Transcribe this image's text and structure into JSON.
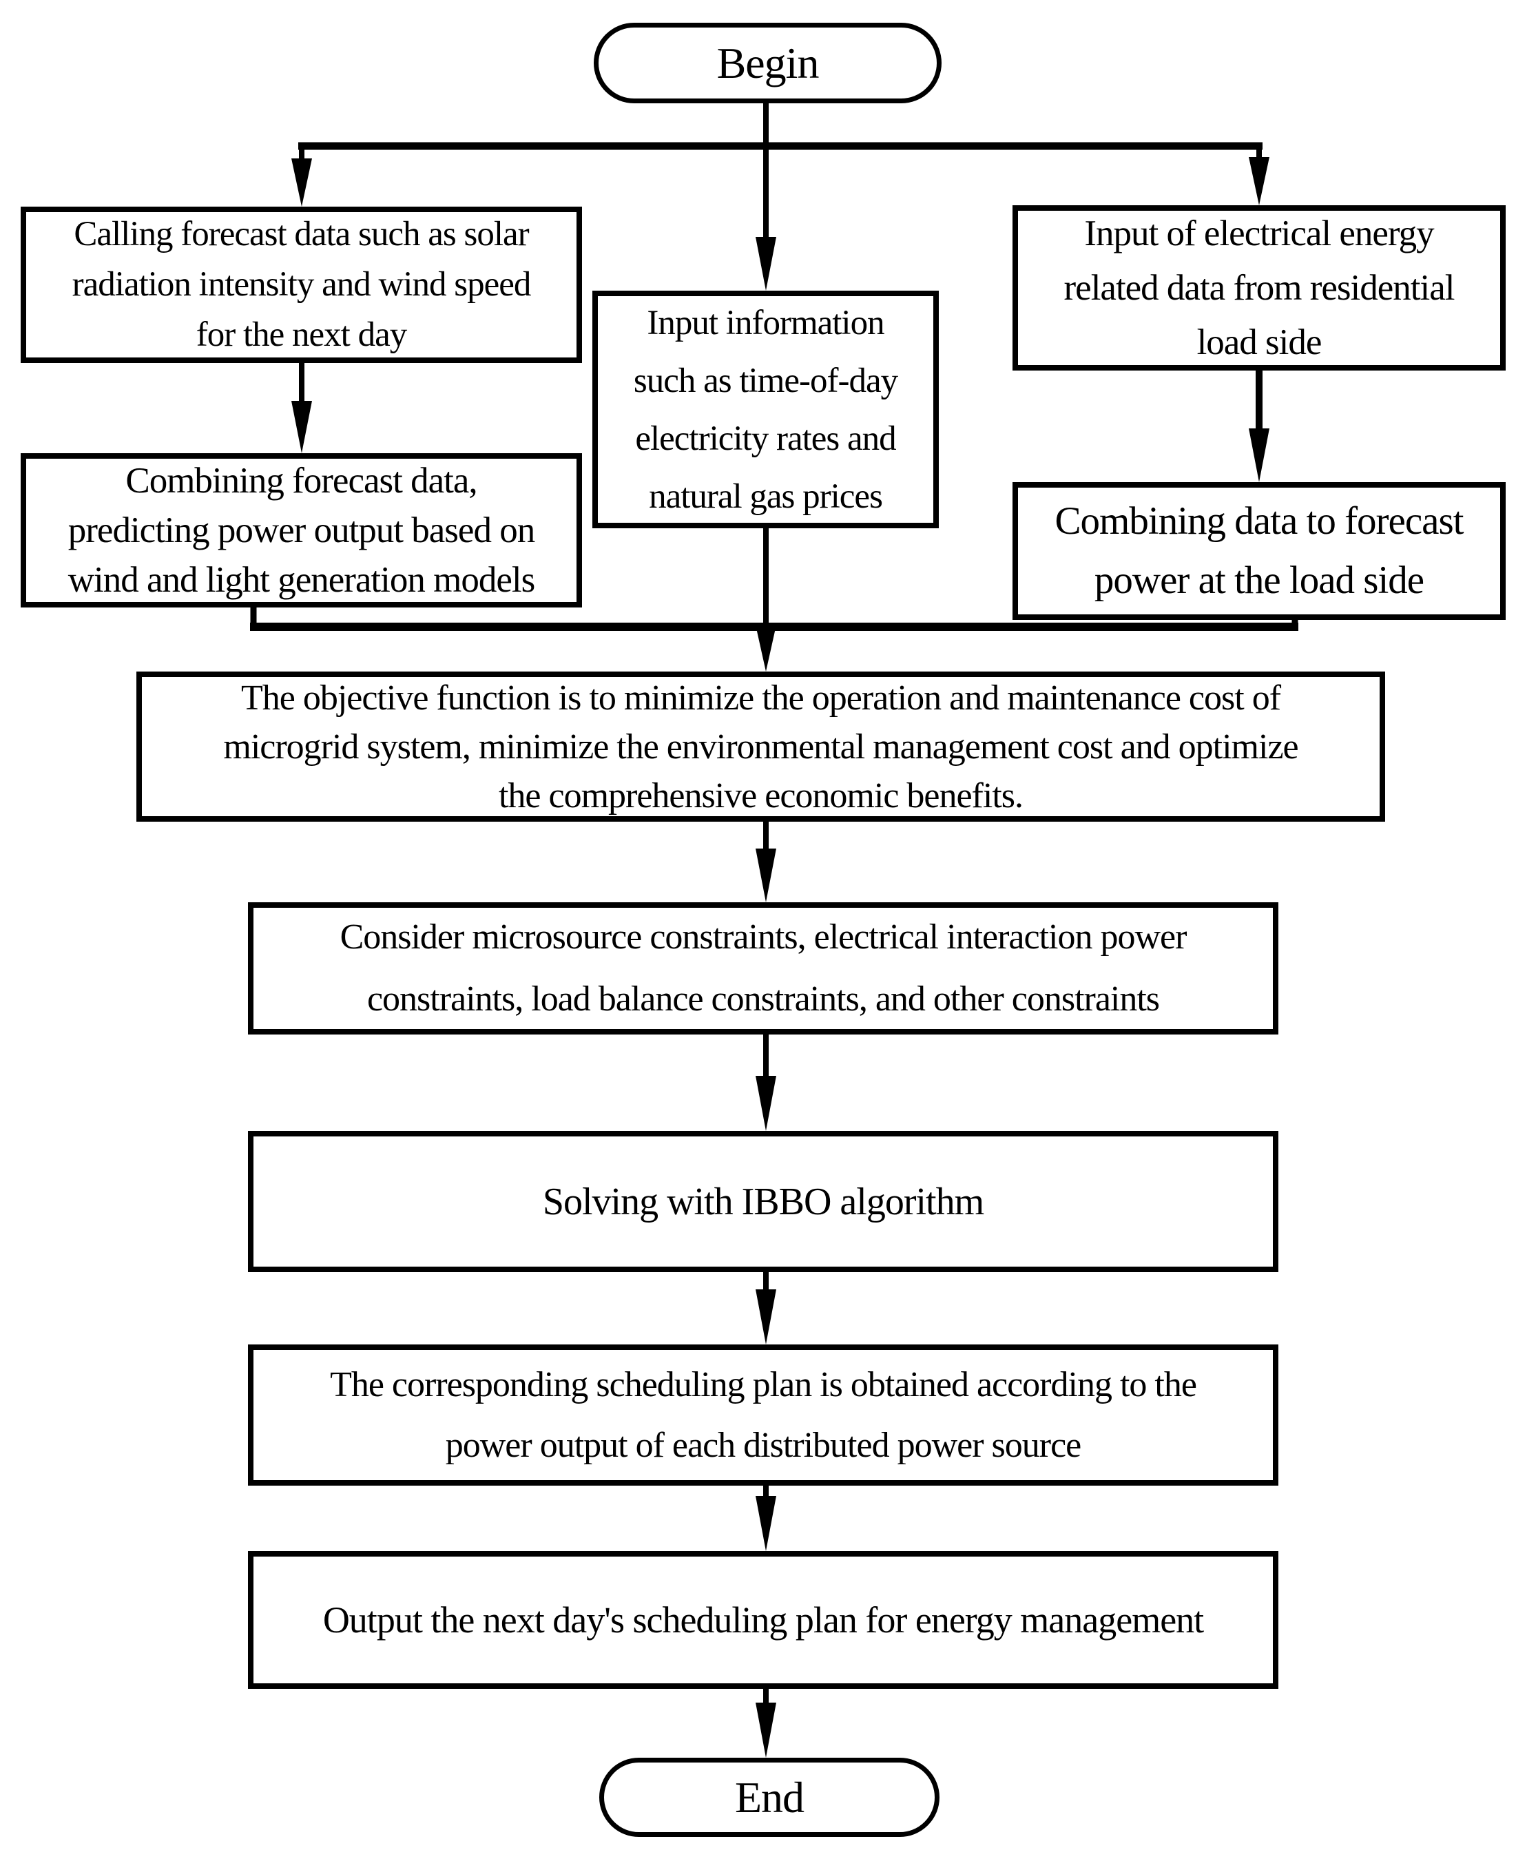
{
  "colors": {
    "ink": "#000000",
    "background": "#ffffff"
  },
  "nodes": {
    "begin": {
      "lines": [
        "Begin"
      ]
    },
    "call_forecast": {
      "lines": [
        "Calling forecast data such as solar",
        "radiation intensity and wind speed",
        "for the next day"
      ]
    },
    "input_info": {
      "lines": [
        "Input information",
        "such as time-of-day",
        "electricity rates and",
        "natural gas prices"
      ]
    },
    "input_electrical": {
      "lines": [
        "Input of electrical energy",
        "related data from residential",
        "load side"
      ]
    },
    "combine_forecast": {
      "lines": [
        "Combining forecast data,",
        "predicting power output based on",
        "wind and light generation models"
      ]
    },
    "combine_data": {
      "lines": [
        "Combining data to forecast",
        "power at the load side"
      ]
    },
    "objective": {
      "lines": [
        "The objective function is to minimize the operation and maintenance cost of",
        "microgrid system, minimize the environmental management cost and optimize",
        "the comprehensive economic benefits."
      ]
    },
    "constraints": {
      "lines": [
        "Consider microsource constraints, electrical interaction power",
        "constraints, load balance constraints, and other constraints"
      ]
    },
    "solving": {
      "lines": [
        "Solving with IBBO algorithm"
      ]
    },
    "scheduling": {
      "lines": [
        "The corresponding scheduling plan is obtained according to the",
        "power output of each distributed power source"
      ]
    },
    "output": {
      "lines": [
        "Output the next day's scheduling plan for energy management"
      ]
    },
    "end": {
      "lines": [
        "End"
      ]
    }
  }
}
